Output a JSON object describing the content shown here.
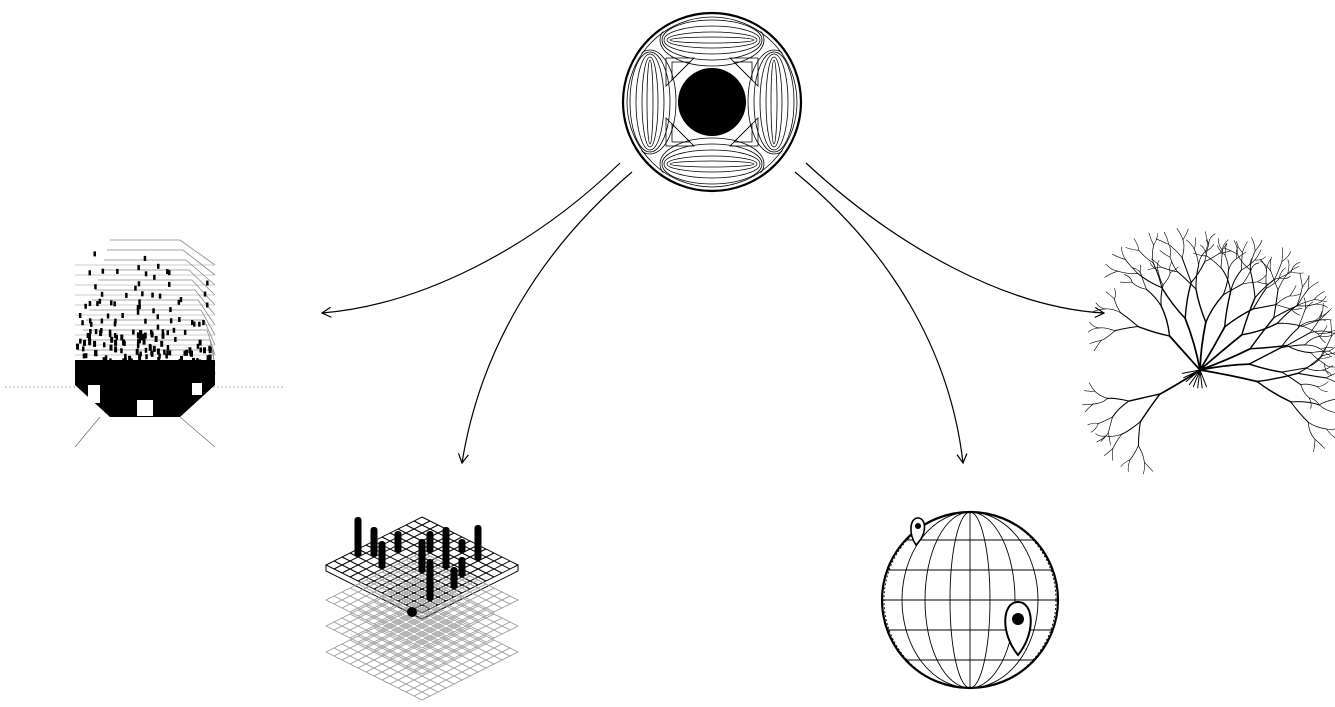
{
  "diagram": {
    "nodes": [
      {
        "id": "center-hub",
        "icon": "sphere-core-icon",
        "label": ""
      },
      {
        "id": "left-upper",
        "icon": "stacked-octagon-tower-icon",
        "label": ""
      },
      {
        "id": "left-lower",
        "icon": "isometric-grid-bars-icon",
        "label": ""
      },
      {
        "id": "right-lower",
        "icon": "globe-map-pin-icon",
        "label": ""
      },
      {
        "id": "right-upper",
        "icon": "branching-tree-icon",
        "label": ""
      }
    ],
    "edges": [
      {
        "from": "center-hub",
        "to": "left-upper"
      },
      {
        "from": "center-hub",
        "to": "left-lower"
      },
      {
        "from": "center-hub",
        "to": "right-lower"
      },
      {
        "from": "center-hub",
        "to": "right-upper"
      }
    ],
    "colors": {
      "ink": "#000000",
      "background": "#ffffff",
      "faint": "#999999"
    }
  }
}
